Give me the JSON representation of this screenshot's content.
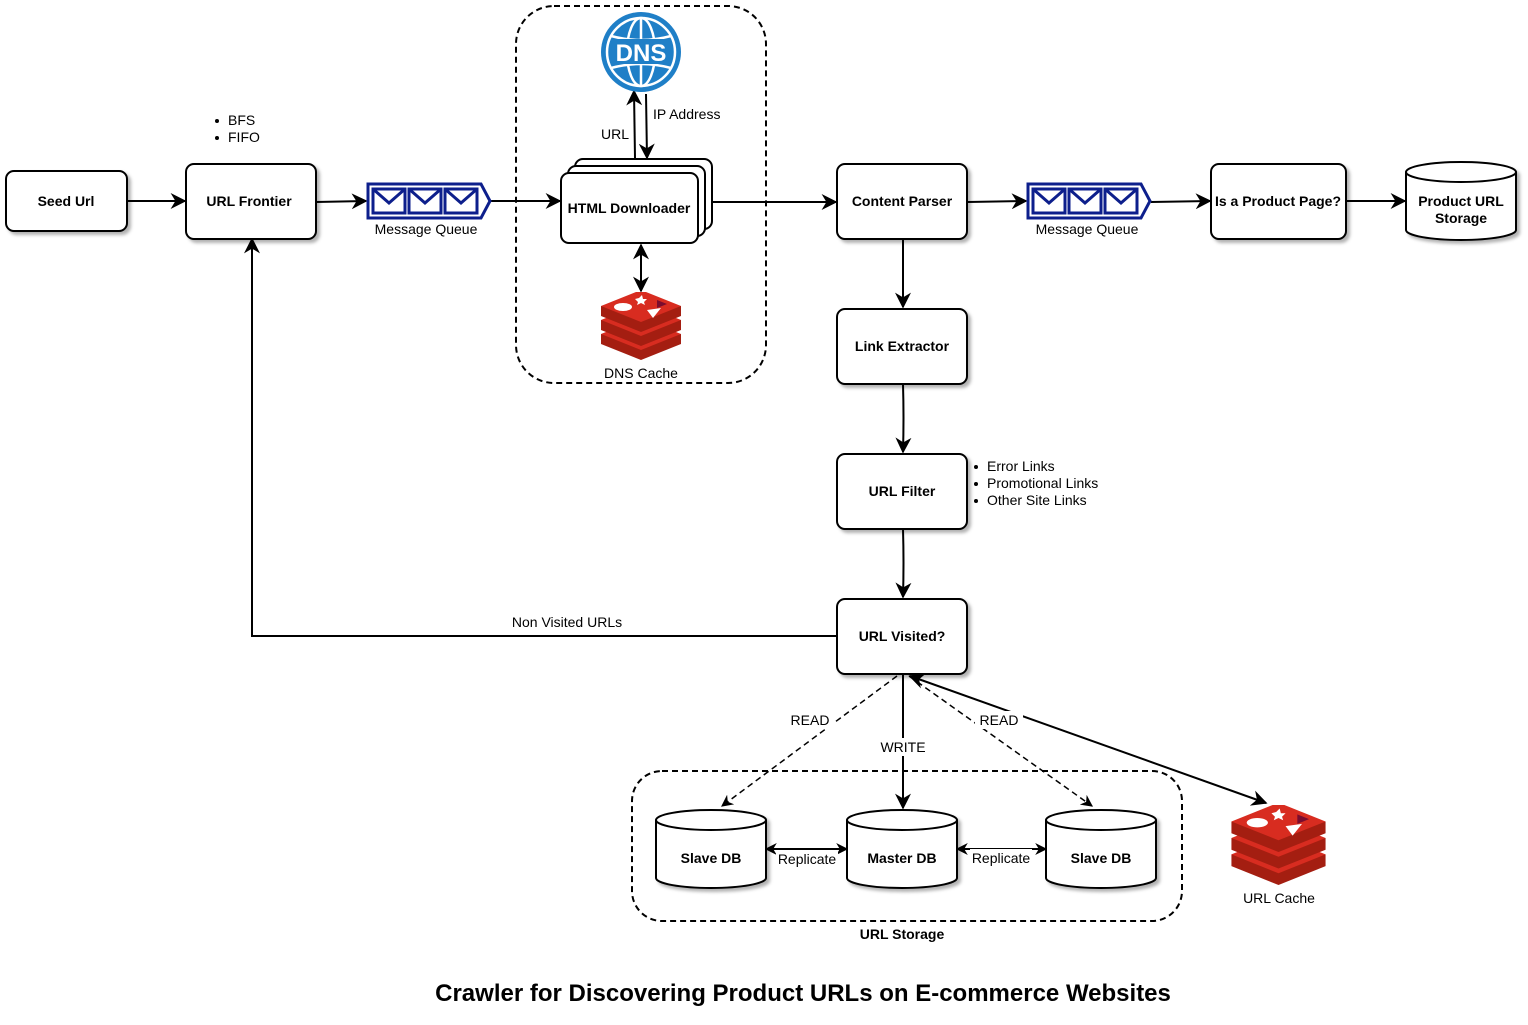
{
  "title": "Crawler for Discovering Product URLs on E-commerce Websites",
  "nodes": {
    "seed_url": "Seed Url",
    "url_frontier": "URL Frontier",
    "frontier_notes": [
      "BFS",
      "FIFO"
    ],
    "message_queue_1": "Message Queue",
    "html_downloader": "HTML Downloader",
    "dns_icon_label": "DNS",
    "dns_cache": "DNS Cache",
    "content_parser": "Content Parser",
    "message_queue_2": "Message Queue",
    "is_product_page": "Is a Product Page?",
    "product_url_storage_line1": "Product URL",
    "product_url_storage_line2": "Storage",
    "link_extractor": "Link Extractor",
    "url_filter": "URL Filter",
    "filter_notes": [
      "Error Links",
      "Promotional Links",
      "Other Site Links"
    ],
    "url_visited": "URL Visited?",
    "slave_db_left": "Slave DB",
    "master_db": "Master DB",
    "slave_db_right": "Slave DB",
    "url_storage": "URL Storage",
    "url_cache": "URL Cache"
  },
  "edge_labels": {
    "url": "URL",
    "ip_address": "IP Address",
    "non_visited_urls": "Non Visited URLs",
    "read_left": "READ",
    "write": "WRITE",
    "read_right": "READ",
    "replicate_left": "Replicate",
    "replicate_right": "Replicate"
  },
  "colors": {
    "queue_blue": "#0d1f8c",
    "dns_blue": "#1f7fc7",
    "redis_red": "#c6302b"
  },
  "icons": {
    "queue": "message-queue-icon",
    "dns": "dns-globe-icon",
    "cache": "redis-cache-icon"
  }
}
